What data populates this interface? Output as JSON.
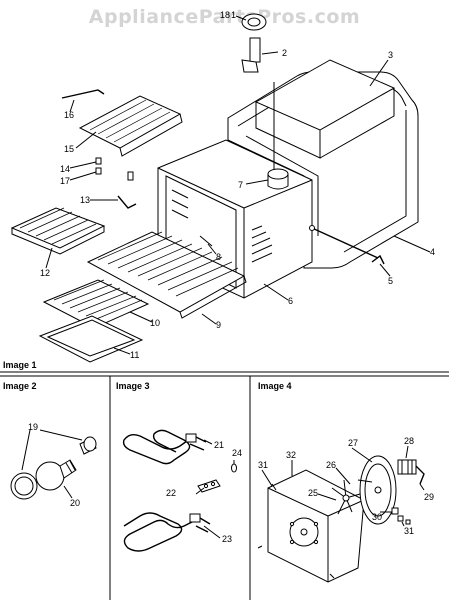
{
  "watermark": "AppliancePartsPros.com",
  "panels": [
    {
      "label": "Image 1"
    },
    {
      "label": "Image 2"
    },
    {
      "label": "Image 3"
    },
    {
      "label": "Image 4"
    }
  ],
  "callouts": {
    "c1": "1",
    "c2": "2",
    "c3": "3",
    "c4": "4",
    "c5": "5",
    "c6": "6",
    "c7": "7",
    "c8": "8",
    "c9": "9",
    "c10": "10",
    "c11": "11",
    "c12": "12",
    "c13": "13",
    "c14": "14",
    "c15": "15",
    "c16": "16",
    "c17": "17",
    "c18": "18",
    "c19": "19",
    "c20": "20",
    "c21": "21",
    "c22": "22",
    "c23": "23",
    "c24": "24",
    "c25": "25",
    "c26": "26",
    "c27": "27",
    "c28": "28",
    "c29": "29",
    "c30": "30",
    "c31a": "31",
    "c31b": "31",
    "c32": "32"
  }
}
